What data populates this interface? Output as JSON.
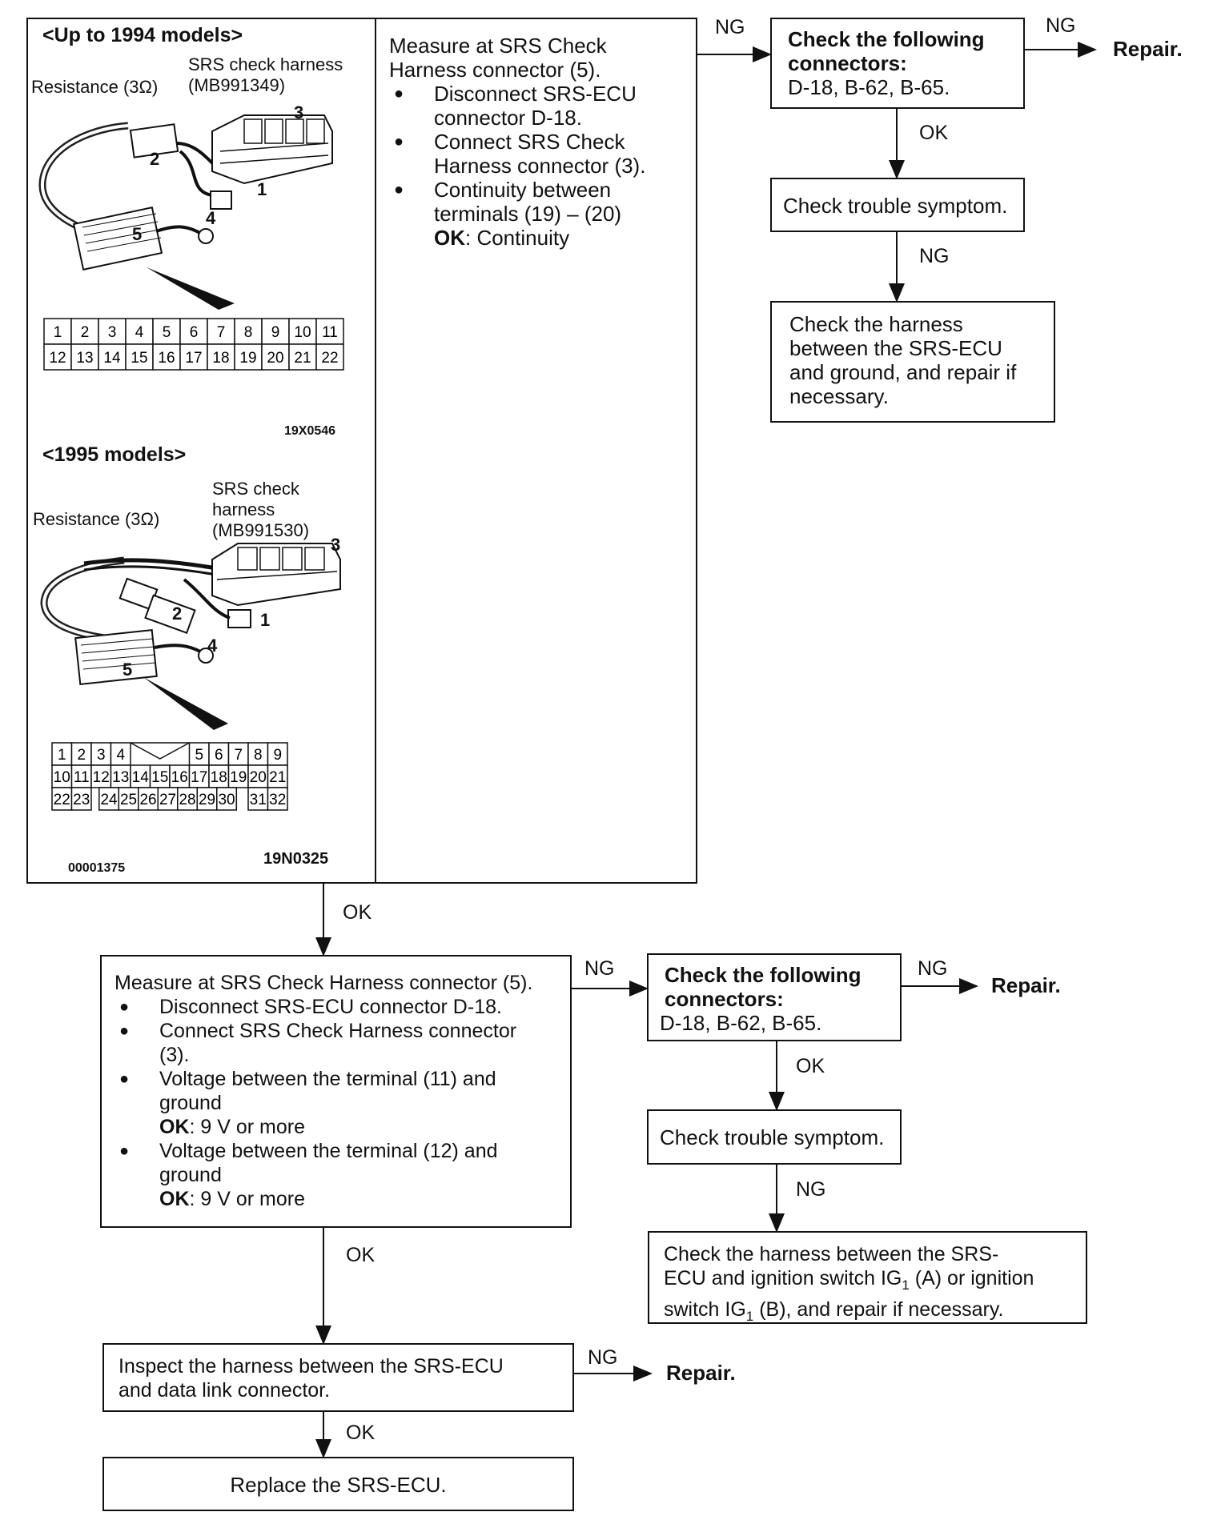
{
  "illustration": {
    "up_to_1994": {
      "heading": "<Up to 1994 models>",
      "resistance_label": "Resistance (3Ω)",
      "harness_label_1": "SRS check harness",
      "harness_label_2": "(MB991349)",
      "callouts": [
        "1",
        "2",
        "3",
        "4",
        "5"
      ],
      "pins_row1": [
        "1",
        "2",
        "3",
        "4",
        "5",
        "6",
        "7",
        "8",
        "9",
        "10",
        "11"
      ],
      "pins_row2": [
        "12",
        "13",
        "14",
        "15",
        "16",
        "17",
        "18",
        "19",
        "20",
        "21",
        "22"
      ],
      "figure_code": "19X0546"
    },
    "model_1995": {
      "heading": "<1995 models>",
      "resistance_label": "Resistance (3Ω)",
      "harness_label_1": "SRS check",
      "harness_label_2": "harness",
      "harness_label_3": "(MB991530)",
      "callouts": [
        "1",
        "2",
        "3",
        "4",
        "5"
      ],
      "pins_row1_left": [
        "1",
        "2",
        "3",
        "4"
      ],
      "pins_row1_right": [
        "5",
        "6",
        "7",
        "8",
        "9"
      ],
      "pins_row2": [
        "10",
        "11",
        "12",
        "13",
        "14",
        "15",
        "16",
        "17",
        "18",
        "19",
        "20",
        "21"
      ],
      "pins_row3_left": [
        "22",
        "23"
      ],
      "pins_row3_mid": [
        "24",
        "25",
        "26",
        "27",
        "28",
        "29",
        "30"
      ],
      "pins_row3_right": [
        "31",
        "32"
      ],
      "figure_code": "19N0325",
      "doc_code": "00001375"
    }
  },
  "step1": {
    "lines": [
      "Measure at SRS Check",
      "Harness connector (5)."
    ],
    "bullets": [
      [
        "Disconnect SRS-ECU",
        "connector D-18."
      ],
      [
        "Connect SRS Check",
        "Harness connector (3)."
      ],
      [
        "Continuity between",
        "terminals (19) – (20)"
      ]
    ],
    "ok_label": "OK",
    "ok_value": ": Continuity"
  },
  "branch1": {
    "ng_label": "NG",
    "check_connectors_title_1": "Check the following",
    "check_connectors_title_2": "connectors:",
    "connectors": "D-18, B-62, B-65.",
    "ng2_label": "NG",
    "repair": "Repair.",
    "ok_label": "OK",
    "symptom": "Check trouble symptom.",
    "ng3_label": "NG",
    "harness_lines": [
      "Check the harness",
      "between the SRS-ECU",
      "and ground, and repair if",
      "necessary."
    ]
  },
  "ok_label_1": "OK",
  "step2": {
    "title": "Measure at SRS Check Harness connector (5).",
    "bullet1": "Disconnect SRS-ECU connector D-18.",
    "bullet2_lines": [
      "Connect SRS Check Harness connector",
      "(3)."
    ],
    "bullet3_lines": [
      "Voltage between the terminal (11) and",
      "ground"
    ],
    "bullet4_lines": [
      "Voltage between the terminal (12) and",
      "ground"
    ],
    "ok_label": "OK",
    "ok_value": ": 9 V or more"
  },
  "branch2": {
    "ng_label": "NG",
    "check_connectors_title_1": "Check the following",
    "check_connectors_title_2": "connectors:",
    "connectors": "D-18, B-62, B-65.",
    "ng2_label": "NG",
    "repair": "Repair.",
    "ok_label": "OK",
    "symptom": "Check trouble symptom.",
    "ng3_label": "NG",
    "harness_line1": "Check the harness between the SRS-",
    "harness_line2_a": "ECU and ignition switch IG",
    "harness_line2_b": " (A) or ignition",
    "harness_line3_a": "switch IG",
    "harness_line3_b": " (B), and repair if necessary.",
    "subscript": "1"
  },
  "ok_label_2": "OK",
  "step3": {
    "lines": [
      "Inspect the harness between the SRS-ECU",
      "and data link connector."
    ],
    "ng_label": "NG",
    "repair": "Repair."
  },
  "ok_label_3": "OK",
  "step4": {
    "text": "Replace the SRS-ECU."
  }
}
